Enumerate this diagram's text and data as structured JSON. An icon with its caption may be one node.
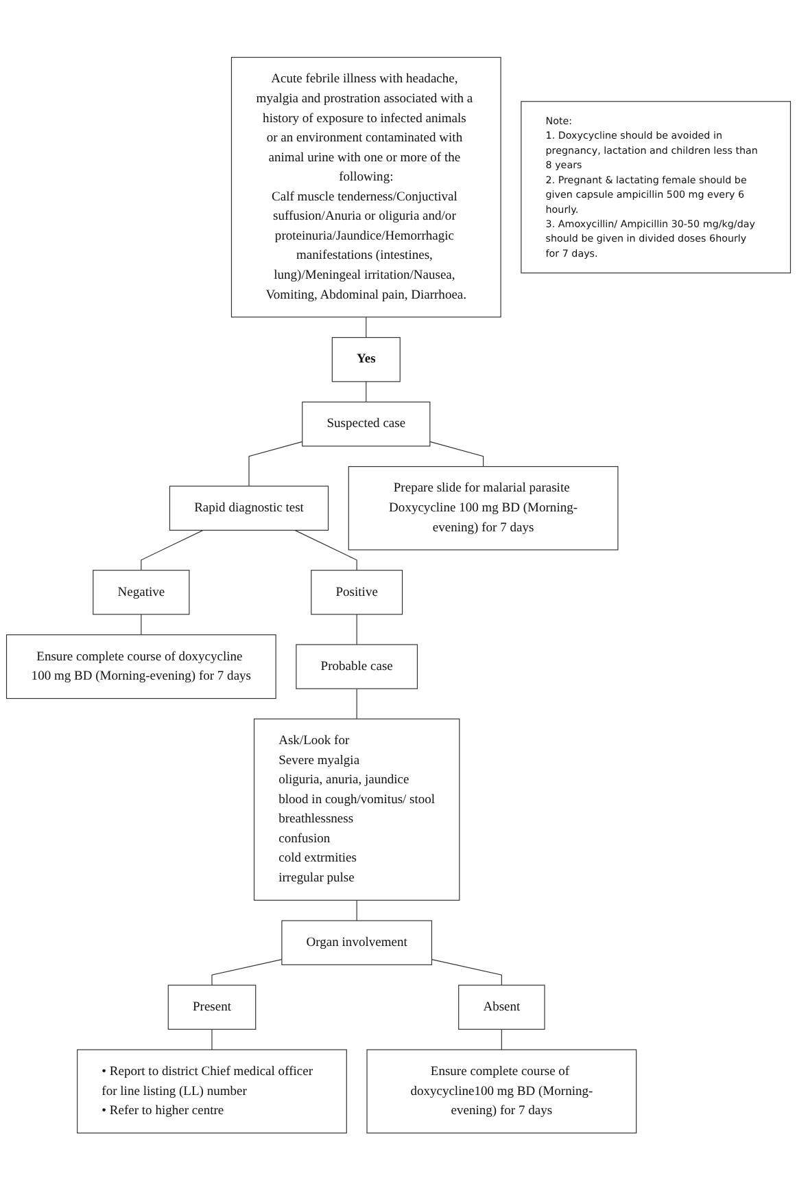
{
  "diagram": {
    "nodes": [
      {
        "text": [
          "Acute febrile illness with headache, myalgia and prostration associated with a history of exposure to infected animals or an environment contaminated with animal urine with one or more of the following:",
          "Calf muscle tenderness/Conjuctival suffusion/Anuria or oliguria and/or proteinuria/Jaundice/Hemorrhagic manifestations (intestines, lung)/Meningeal irritation/Nausea, Vomiting, Abdominal pain, Diarrhoea."
        ]
      },
      {
        "text": [
          "Yes"
        ]
      },
      {
        "text": [
          "Suspected case"
        ]
      },
      {
        "text": [
          "Prepare slide for malarial parasite Doxycycline 100 mg BD (Morning-evening) for 7 days"
        ]
      },
      {
        "text": [
          "Rapid diagnostic test"
        ]
      },
      {
        "text": [
          "Positive"
        ]
      },
      {
        "text": [
          "Negative"
        ]
      },
      {
        "text": [
          "Probable case"
        ]
      },
      {
        "text": [
          "Ensure complete course of doxycycline 100 mg BD (Morning-evening) for 7 days"
        ]
      },
      {
        "text": [
          "Ask/Look for",
          "Severe myalgia",
          "oliguria, anuria, jaundice",
          "blood in cough/vomitus/ stool",
          "breathlessness",
          "confusion",
          "cold extrmities",
          "irregular pulse"
        ]
      },
      {
        "text": [
          "Organ involvement"
        ]
      },
      {
        "text": [
          "Present"
        ]
      },
      {
        "text": [
          "Absent"
        ]
      },
      {
        "text": [
          "• Report to district Chief medical officer for line listing (LL) number",
          "• Refer to higher centre"
        ]
      },
      {
        "text": [
          "Ensure complete course of doxycycline100 mg BD (Morning-evening) for 7 days"
        ]
      },
      {
        "text": [
          "Note:",
          "1. Doxycycline should be avoided in pregnancy, lactation and children less than 8 years",
          "2. Pregnant & lactating female should be given capsule ampicillin 500 mg every 6 hourly.",
          "3. Amoxycillin/ Ampicillin 30-50 mg/kg/day should be given in divided doses 6hourly for 7 days."
        ]
      }
    ],
    "edges": [
      {
        "from": 0,
        "to": 1,
        "arrow": "none"
      },
      {
        "from": 1,
        "to": 2,
        "arrow": "none"
      },
      {
        "from": 2,
        "to": 4,
        "arrow": "none"
      },
      {
        "from": 2,
        "to": 3,
        "arrow": "none"
      },
      {
        "from": 4,
        "to": 5,
        "arrow": "none"
      },
      {
        "from": 4,
        "to": 6,
        "arrow": "none"
      },
      {
        "from": 6,
        "to": 8,
        "arrow": "none"
      },
      {
        "from": 5,
        "to": 7,
        "arrow": "none"
      },
      {
        "from": 7,
        "to": 9,
        "arrow": "none"
      },
      {
        "from": 9,
        "to": 10,
        "arrow": "none"
      },
      {
        "from": 10,
        "to": 11,
        "arrow": "none"
      },
      {
        "from": 10,
        "to": 12,
        "arrow": "none"
      },
      {
        "from": 11,
        "to": 13,
        "arrow": "none"
      },
      {
        "from": 12,
        "to": 14,
        "arrow": "none"
      }
    ]
  }
}
